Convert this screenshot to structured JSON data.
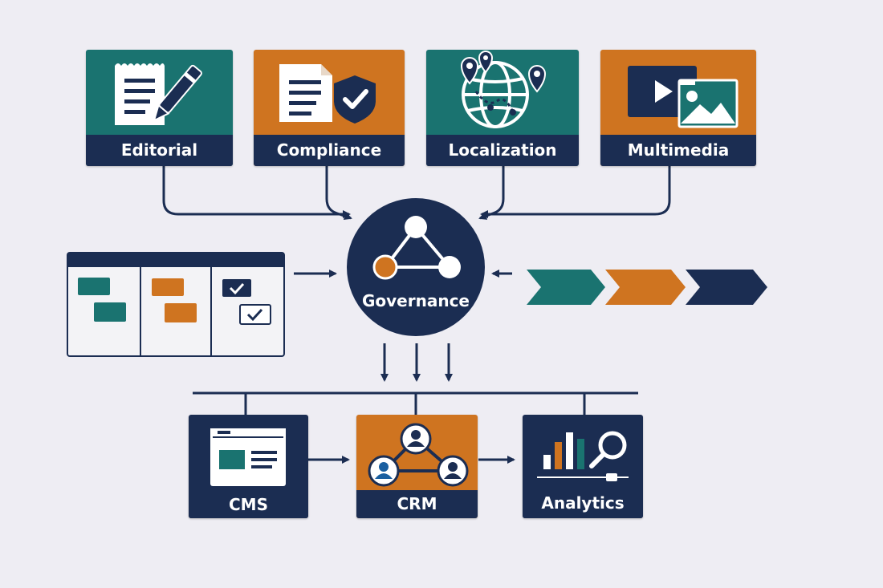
{
  "inputs": [
    {
      "label": "Editorial",
      "icon": "document-pen-icon"
    },
    {
      "label": "Compliance",
      "icon": "document-shield-check-icon"
    },
    {
      "label": "Localization",
      "icon": "globe-pins-icon"
    },
    {
      "label": "Multimedia",
      "icon": "video-image-icon"
    }
  ],
  "hub": {
    "label": "Governance",
    "icon": "network-nodes-icon"
  },
  "outputs": [
    {
      "label": "CMS",
      "icon": "web-page-icon"
    },
    {
      "label": "CRM",
      "icon": "people-network-icon"
    },
    {
      "label": "Analytics",
      "icon": "bar-chart-magnifier-icon"
    }
  ],
  "colors": {
    "teal": "#1a7370",
    "orange": "#cf7420",
    "navy": "#1b2d52",
    "background": "#eeedf3"
  }
}
